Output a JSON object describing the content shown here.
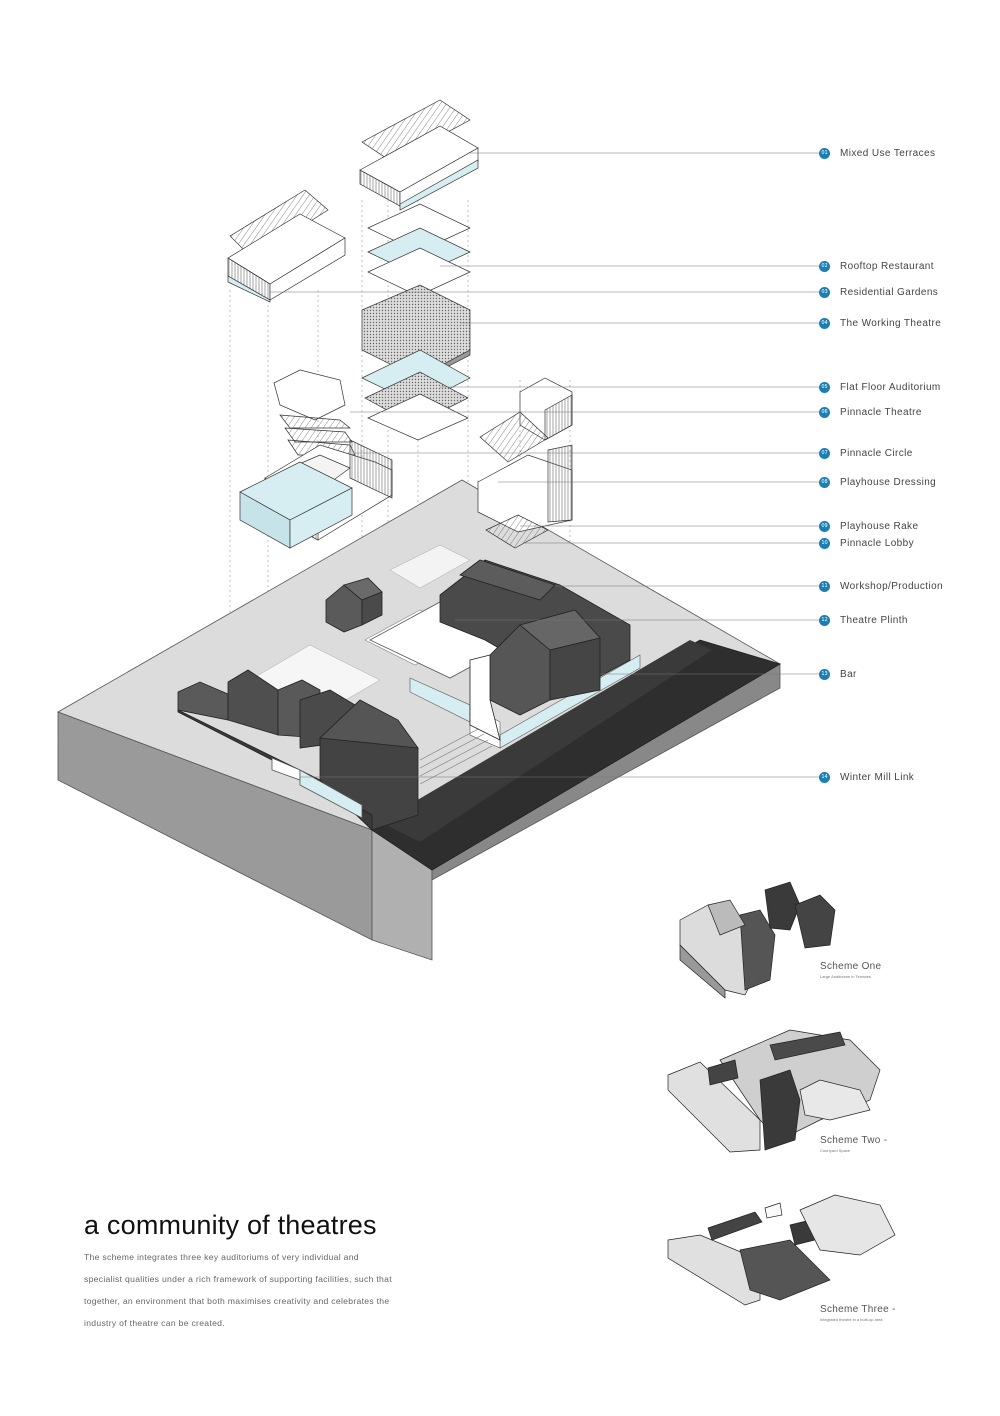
{
  "title": "a community of theatres",
  "description": "The scheme integrates three key auditoriums of very individual and specialist qualities under a rich framework of supporting facilities, such that together, an environment that both maximises creativity and celebrates the industry of theatre can be created.",
  "legend": [
    {
      "num": "01",
      "label": "Mixed Use Terraces"
    },
    {
      "num": "02",
      "label": "Rooftop Restaurant"
    },
    {
      "num": "03",
      "label": "Residential Gardens"
    },
    {
      "num": "04",
      "label": "The Working Theatre"
    },
    {
      "num": "05",
      "label": "Flat Floor Auditorium"
    },
    {
      "num": "06",
      "label": "Pinnacle Theatre"
    },
    {
      "num": "07",
      "label": "Pinnacle Circle"
    },
    {
      "num": "08",
      "label": "Playhouse Dressing"
    },
    {
      "num": "09",
      "label": "Playhouse Rake"
    },
    {
      "num": "10",
      "label": "Pinnacle Lobby"
    },
    {
      "num": "11",
      "label": "Workshop/Production"
    },
    {
      "num": "12",
      "label": "Theatre Plinth"
    },
    {
      "num": "13",
      "label": "Bar"
    },
    {
      "num": "14",
      "label": "Winter Mill Link"
    }
  ],
  "schemes": [
    {
      "name": "Scheme One",
      "sub": "Large Auditorium in Terraces"
    },
    {
      "name": "Scheme Two -",
      "sub": "Courtyard Space"
    },
    {
      "name": "Scheme Three -",
      "sub": "Integrated theatre in a built-up area"
    }
  ],
  "colors": {
    "accent": "#1b7fb3",
    "glass": "#d6eef1",
    "dark_block": "#4a4a4a",
    "site": "#d4d4d4"
  }
}
